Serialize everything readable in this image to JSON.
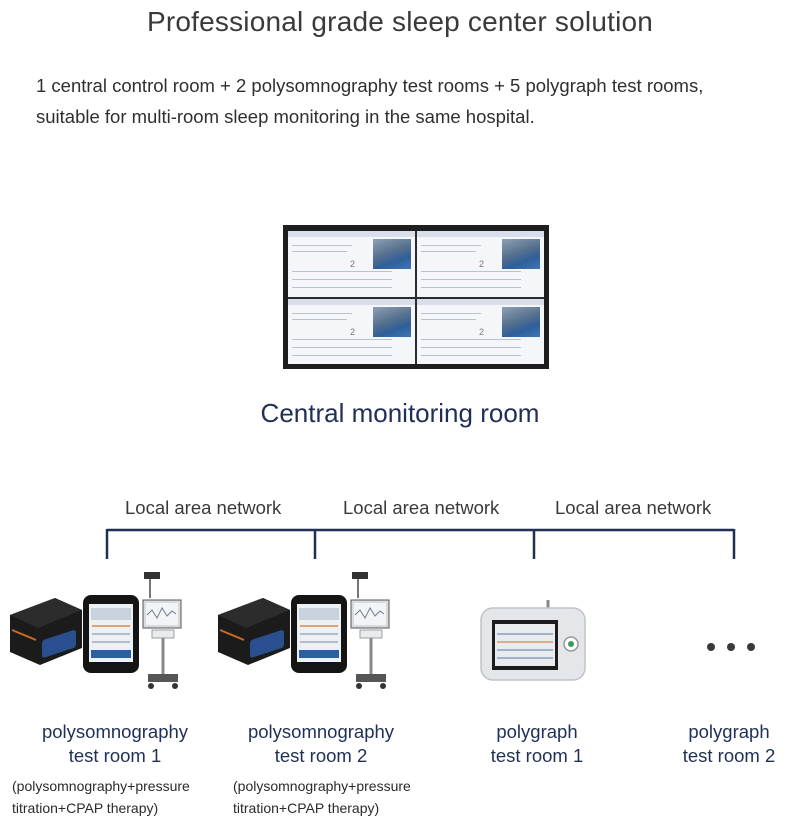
{
  "title": "Professional grade sleep center solution",
  "intro": {
    "line1": "1 central control room + 2 polysomnography test rooms + 5 polygraph test rooms,",
    "line2": "suitable for multi-room sleep monitoring in the same hospital."
  },
  "monitor": {
    "caption": "Central monitoring room",
    "panes": [
      {
        "number": "2"
      },
      {
        "number": "2"
      },
      {
        "number": "2"
      },
      {
        "number": "2"
      }
    ]
  },
  "network": {
    "labels": [
      "Local area network",
      "Local area network",
      "Local area network"
    ],
    "line_color": "#1f2f55"
  },
  "rooms": [
    {
      "line1": "polysomnography",
      "line2": "test room 1",
      "note1": "(polysomnography+pressure",
      "note2": "titration+CPAP therapy)"
    },
    {
      "line1": "polysomnography",
      "line2": "test room 2",
      "note1": "(polysomnography+pressure",
      "note2": "titration+CPAP therapy)"
    },
    {
      "line1": "polygraph",
      "line2": "test room 1"
    },
    {
      "line1": "polygraph",
      "line2": "test room 2"
    }
  ],
  "colors": {
    "caption_navy": "#1f2f55",
    "text_gray": "#333333"
  }
}
